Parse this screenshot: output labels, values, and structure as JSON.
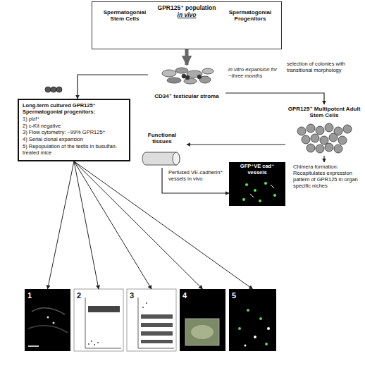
{
  "diagram": {
    "nodes": [
      {
        "text": [
          "GPR125⁺ population",
          "in vivo"
        ]
      },
      {
        "text": [
          "Spermatogonial Stem Cells"
        ],
        "in": 0
      },
      {
        "text": [
          "Spermatogonial Progenitors"
        ],
        "in": 0
      },
      {
        "text": [
          "CD34⁺ testicular stroma"
        ]
      },
      {
        "text": [
          "Long-term cultured GPR125⁺ Spermatogonial progenitors:",
          "1) plzf⁺",
          "2) c-Kit negative",
          "3) Flow cytometry: ~99% GPR125⁺",
          "4) Serial clonal expansion",
          "5) Repopulation of the testis in busulfan-treated mice"
        ]
      },
      {
        "text": [
          "GPR125⁺ Multipotent Adult Stem Cells"
        ]
      },
      {
        "text": [
          "Functional tissues"
        ]
      },
      {
        "text": [
          "1"
        ]
      },
      {
        "text": [
          "2"
        ]
      },
      {
        "text": [
          "3"
        ]
      },
      {
        "text": [
          "4"
        ]
      },
      {
        "text": [
          "5"
        ]
      },
      {
        "text": [
          "GFP⁺VE cad⁺ vessels"
        ]
      }
    ],
    "edges": [
      {
        "from": 1,
        "to": 2,
        "arrow": "both"
      },
      {
        "from": 0,
        "to": 3,
        "arrow": "to"
      },
      {
        "from": 3,
        "to": 4,
        "arrow": "to"
      },
      {
        "from": 3,
        "to": 5,
        "arrow": "to",
        "label": "selection of colonies with transitional morphology"
      },
      {
        "from": 5,
        "to": 6,
        "arrow": "to"
      },
      {
        "from": 6,
        "to": 12,
        "arrow": "to",
        "label": "Perfused VE-cadherin⁺ vessels in vivo"
      },
      {
        "from": 4,
        "to": 7,
        "arrow": "to"
      },
      {
        "from": 4,
        "to": 8,
        "arrow": "to"
      },
      {
        "from": 4,
        "to": 9,
        "arrow": "to"
      },
      {
        "from": 4,
        "to": 10,
        "arrow": "to"
      },
      {
        "from": 4,
        "to": 11,
        "arrow": "to"
      }
    ],
    "labels": [
      "in vitro expansion for ~three months",
      "Chimera formation: Recapitulates expression pattern of GPR125 in organ specific niches"
    ]
  }
}
